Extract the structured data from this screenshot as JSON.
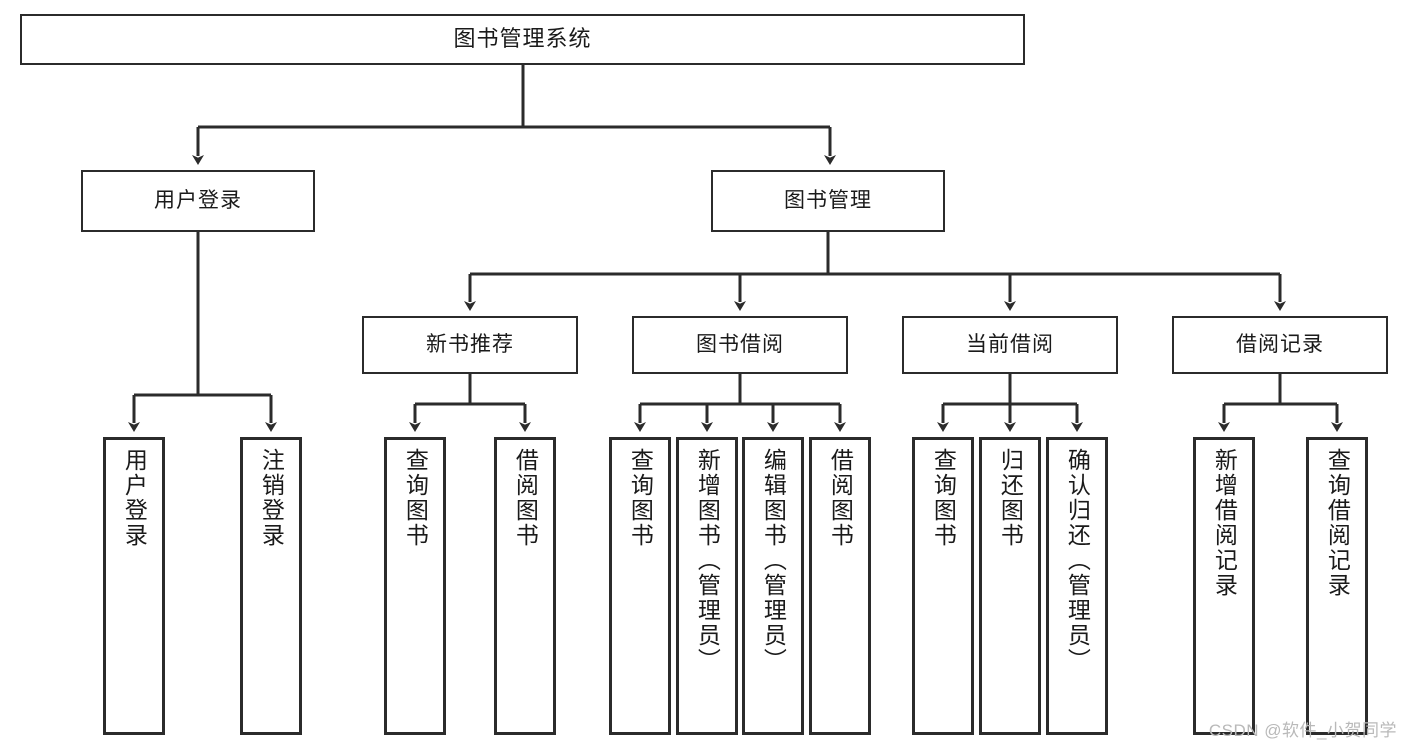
{
  "diagram": {
    "type": "tree-hierarchy-flowchart",
    "title": "图书管理系统",
    "root": {
      "label": "图书管理系统"
    },
    "level2": [
      {
        "label": "用户登录"
      },
      {
        "label": "图书管理"
      }
    ],
    "level3": [
      {
        "label": "新书推荐"
      },
      {
        "label": "图书借阅"
      },
      {
        "label": "当前借阅"
      },
      {
        "label": "借阅记录"
      }
    ],
    "leaves": {
      "user_login": [
        {
          "label": "用户登录"
        },
        {
          "label": "注销登录"
        }
      ],
      "new_book_recommend": [
        {
          "label": "查询图书"
        },
        {
          "label": "借阅图书"
        }
      ],
      "book_borrow": [
        {
          "label": "查询图书"
        },
        {
          "label": "新增图书（管理员）"
        },
        {
          "label": "编辑图书（管理员）"
        },
        {
          "label": "借阅图书"
        }
      ],
      "current_borrow": [
        {
          "label": "查询图书"
        },
        {
          "label": "归还图书"
        },
        {
          "label": "确认归还（管理员）"
        }
      ],
      "borrow_record": [
        {
          "label": "新增借阅记录"
        },
        {
          "label": "查询借阅记录"
        }
      ]
    }
  },
  "watermark": {
    "text": "CSDN @软件_小贺同学"
  },
  "colors": {
    "stroke": "#2b2b2b",
    "text": "#1a1a1a",
    "background": "#ffffff",
    "watermark": "#b9b9b9"
  }
}
